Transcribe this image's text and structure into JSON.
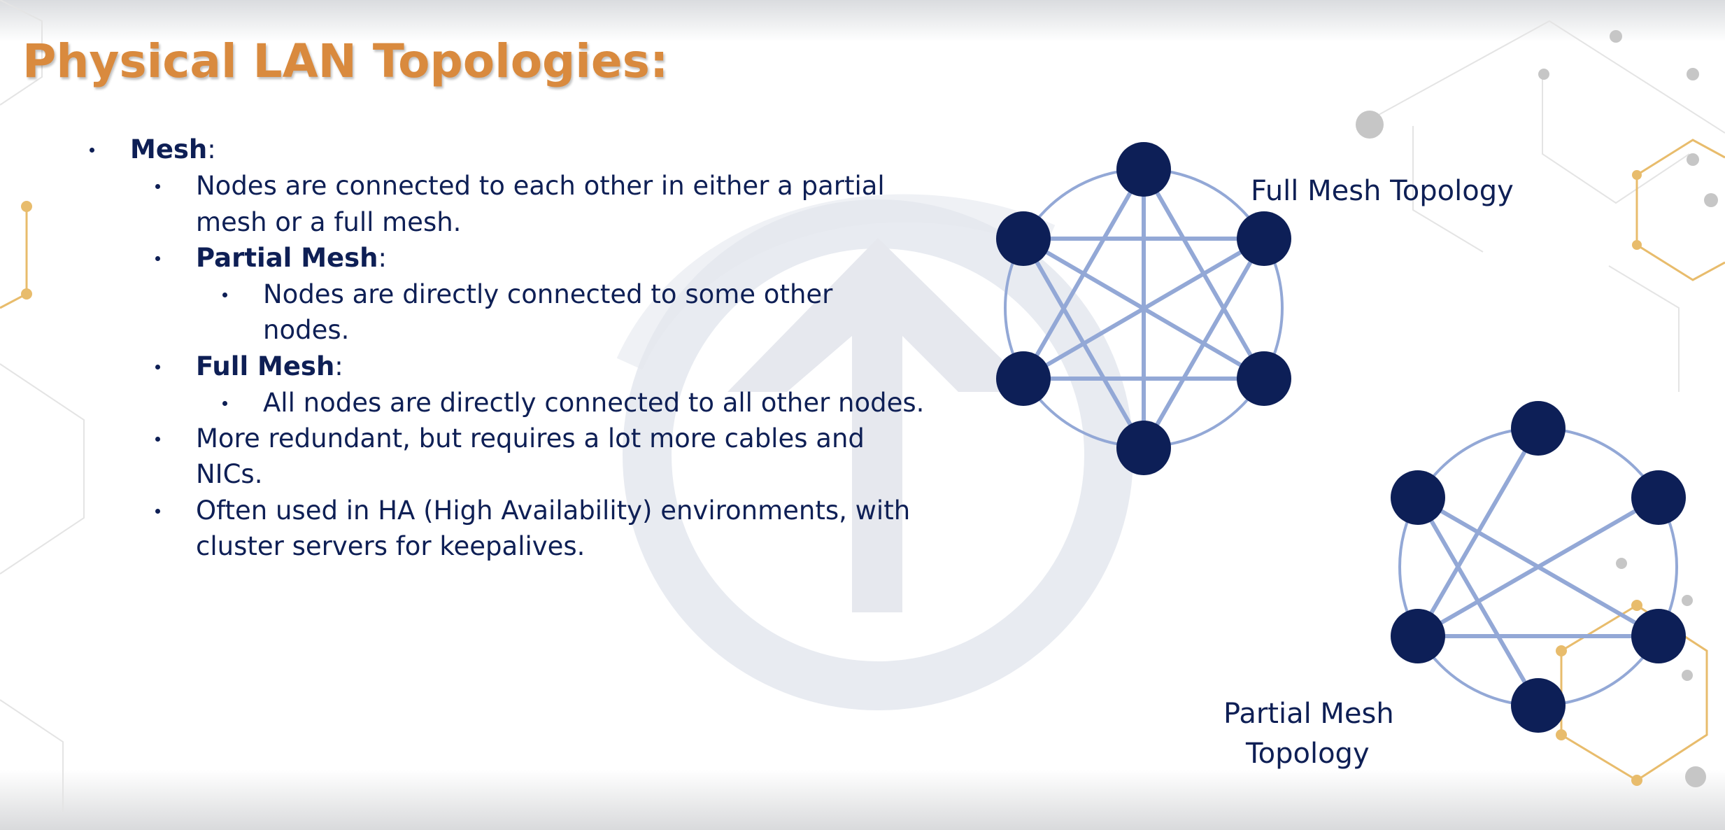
{
  "slide": {
    "title": "Physical LAN Topologies:",
    "bullets": [
      {
        "level": 1,
        "bold": "Mesh",
        "rest": ":"
      },
      {
        "level": 2,
        "bold": "",
        "rest": "Nodes are connected to each other in either a partial"
      },
      {
        "level": 2,
        "bold": "",
        "rest": "mesh or a full mesh."
      },
      {
        "level": 2,
        "bold": "Partial Mesh",
        "rest": ":"
      },
      {
        "level": 3,
        "bold": "",
        "rest": "Nodes are directly connected to some other"
      },
      {
        "level": 3,
        "bold": "",
        "rest": "nodes."
      },
      {
        "level": 2,
        "bold": "Full Mesh",
        "rest": ":"
      },
      {
        "level": 3,
        "bold": "",
        "rest": "All nodes are directly connected to all other nodes."
      },
      {
        "level": 2,
        "bold": "",
        "rest": "More redundant, but requires a lot more cables and"
      },
      {
        "level": 2,
        "bold": "",
        "rest": "NICs."
      },
      {
        "level": 2,
        "bold": "",
        "rest": "Often used in HA (High Availability) environments, with"
      },
      {
        "level": 2,
        "bold": "",
        "rest": "cluster servers for keepalives."
      }
    ],
    "full_mesh_caption": "Full Mesh Topology",
    "partial_mesh_caption_line1": "Partial Mesh",
    "partial_mesh_caption_line2": "Topology"
  },
  "colors": {
    "title": "#d98a3e",
    "text": "#0e1f55",
    "node": "#0d1f57",
    "link": "#93a8d6",
    "watermark": "#e6e8ee"
  }
}
